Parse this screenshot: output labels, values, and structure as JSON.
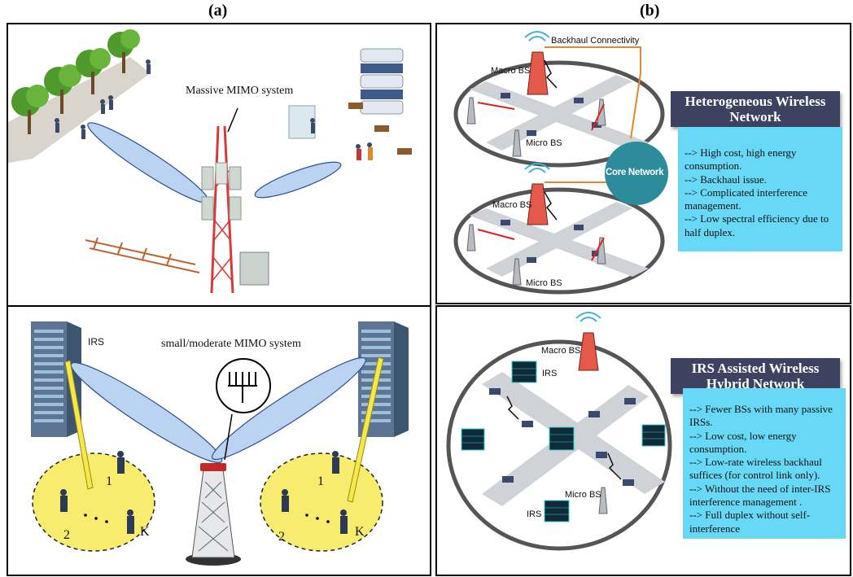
{
  "captions": {
    "left": "(a)",
    "right": "(b)"
  },
  "panel_a_top": {
    "label": "Massive MIMO system"
  },
  "panel_a_bottom": {
    "title": "small/moderate MIMO system",
    "irs_label": "IRS",
    "left_group": {
      "n1": "1",
      "n2": "2",
      "nk": "K"
    },
    "right_group": {
      "n1": "1",
      "n2": "2",
      "nk": "K"
    }
  },
  "panel_b_top": {
    "backhaul_label": "Backhaul Connectivity",
    "core_network": "Core Network",
    "macro_bs_1": "Macro BS",
    "micro_bs_1": "Micro BS",
    "macro_bs_2": "Macro BS",
    "micro_bs_2": "Micro BS",
    "header_line1": "Heterogeneous Wireless",
    "header_line2": "Network",
    "info": [
      "--> High cost,  high energy",
      "consumption.",
      "--> Backhaul issue.",
      "--> Complicated interference",
      "management.",
      "--> Low spectral efficiency due to",
      "half duplex."
    ]
  },
  "panel_b_bottom": {
    "macro_bs": "Macro BS",
    "irs_top": "IRS",
    "micro_bs": "Micro BS",
    "irs_bottom": "IRS",
    "header_line1": "IRS Assisted Wireless",
    "header_line2": "Hybrid Network",
    "info": [
      "--> Fewer BSs with many passive",
      "IRSs.",
      "--> Low cost,  low energy",
      "consumption.",
      "--> Low-rate wireless backhaul",
      "suffices (for control link only).",
      "--> Without the need of inter-IRS",
      "interference management .",
      "--> Full duplex without self-",
      "interference"
    ]
  },
  "colors": {
    "beam_blue": "#b9d3f0",
    "beam_yellow": "#f5e84a",
    "ellipse_yellow": "#f7ec6e",
    "info_box": "#67d8f6",
    "header_box": "#3c4260",
    "core_network": "#2d8c9c",
    "tower_red": "#d83a3a"
  }
}
